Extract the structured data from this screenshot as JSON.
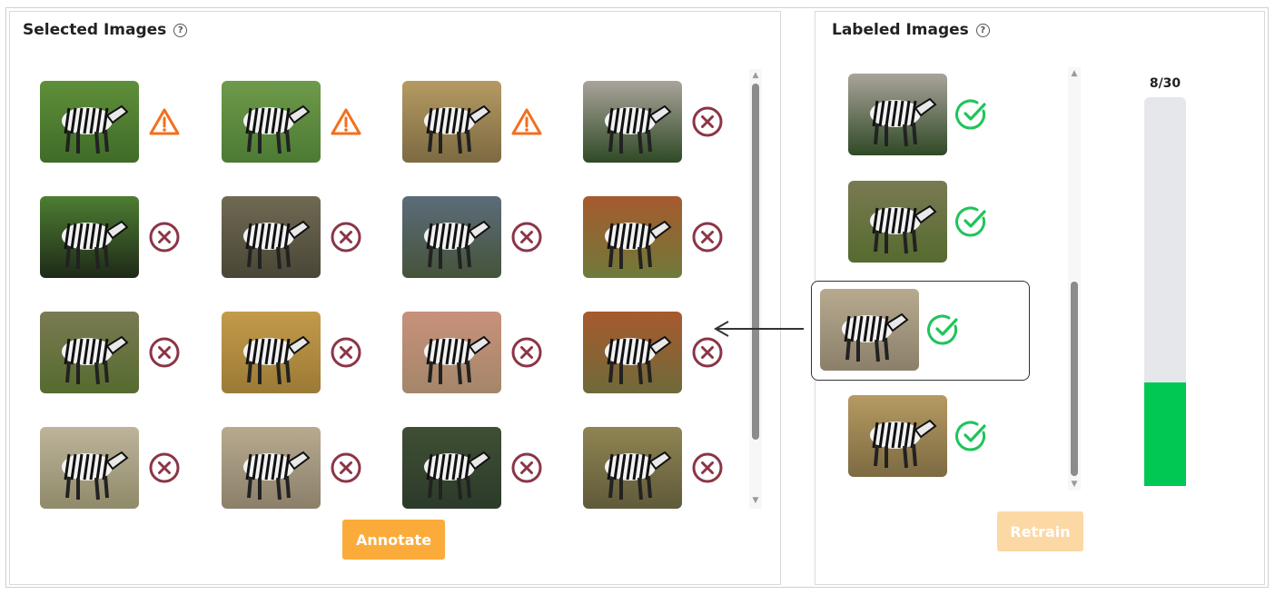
{
  "selected_panel": {
    "title": "Selected Images",
    "help_icon": "help-circle-icon"
  },
  "labeled_panel": {
    "title": "Labeled Images",
    "help_icon": "help-circle-icon"
  },
  "selected_images": [
    {
      "status": "warning"
    },
    {
      "status": "warning"
    },
    {
      "status": "warning"
    },
    {
      "status": "rejected"
    },
    {
      "status": "rejected"
    },
    {
      "status": "rejected"
    },
    {
      "status": "rejected"
    },
    {
      "status": "rejected"
    },
    {
      "status": "rejected"
    },
    {
      "status": "rejected"
    },
    {
      "status": "rejected"
    },
    {
      "status": "rejected"
    },
    {
      "status": "rejected"
    },
    {
      "status": "rejected"
    },
    {
      "status": "rejected"
    },
    {
      "status": "rejected"
    }
  ],
  "labeled_images": [
    {
      "status": "accepted"
    },
    {
      "status": "accepted"
    },
    {
      "status": "accepted",
      "highlighted": true
    },
    {
      "status": "accepted"
    }
  ],
  "buttons": {
    "annotate": "Annotate",
    "retrain": "Retrain"
  },
  "progress": {
    "label": "8/30",
    "current": 8,
    "total": 30
  },
  "colors": {
    "warning": "#f36f1e",
    "rejected": "#8b3546",
    "accepted": "#1fc45a",
    "annotate": "#fbab3a",
    "retrain_disabled": "#fcd8a4",
    "progress_fill": "#00c853"
  }
}
